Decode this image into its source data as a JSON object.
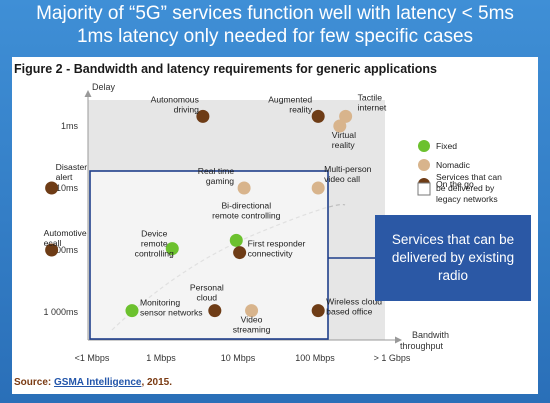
{
  "headline": {
    "line1": "Majority of “5G” services function well with latency < 5ms",
    "line2": "1ms latency only needed for few specific cases"
  },
  "figure_title": "Figure 2 - Bandwidth and latency requirements for generic applications",
  "callout": {
    "text": "Services that can be delivered by existing radio"
  },
  "source": {
    "prefix": "Source: ",
    "link": "GSMA Intelligence",
    "suffix": ", 2015."
  },
  "colors": {
    "fixed": "#6cc12e",
    "nomadic": "#d8b48c",
    "on_the_go": "#6e3c16",
    "shade": "#e6e6e6",
    "box": "#1f3f8a",
    "callout": "#2b58a5"
  },
  "chart_data": {
    "type": "scatter",
    "title": "Figure 2 - Bandwidth and latency requirements for generic applications",
    "xlabel": "Bandwith throughput",
    "ylabel": "Delay",
    "x_ticks": [
      "<1 Mbps",
      "1 Mbps",
      "10 Mbps",
      "100 Mbps",
      "> 1 Gbps"
    ],
    "y_ticks": [
      "1ms",
      "10ms",
      "100ms",
      "1 000ms"
    ],
    "legend": [
      "Fixed",
      "Nomadic",
      "On the go",
      "Services that can be delivered by legacy networks"
    ],
    "legend_position": "right",
    "series": [
      {
        "name": "Fixed",
        "points": [
          {
            "label": "Bi-directional remote controlling",
            "x": 9.5,
            "y": 70
          },
          {
            "label": "Device remote controlling",
            "x": 1.4,
            "y": 95
          },
          {
            "label": "Monitoring sensor networks",
            "x": 0.42,
            "y": 950
          }
        ]
      },
      {
        "name": "Nomadic",
        "points": [
          {
            "label": "Tactile internet",
            "x": 250,
            "y": 0.7
          },
          {
            "label": "Virtual reality",
            "x": 210,
            "y": 1.0
          },
          {
            "label": "Real time gaming",
            "x": 12,
            "y": 10
          },
          {
            "label": "Multi-person video call",
            "x": 110,
            "y": 10
          },
          {
            "label": "Video streaming",
            "x": 15,
            "y": 950
          }
        ]
      },
      {
        "name": "On the go",
        "points": [
          {
            "label": "Autonomous driving",
            "x": 3.5,
            "y": 0.7
          },
          {
            "label": "Augmented reality",
            "x": 110,
            "y": 0.7
          },
          {
            "label": "Disaster alert",
            "x": 0.038,
            "y": 10
          },
          {
            "label": "Automotive ecall",
            "x": 0.038,
            "y": 100
          },
          {
            "label": "First responder connectivity",
            "x": 10.5,
            "y": 110
          },
          {
            "label": "Personal cloud",
            "x": 5,
            "y": 950
          },
          {
            "label": "Wireless cloud based office",
            "x": 110,
            "y": 950
          }
        ]
      }
    ],
    "grid": false
  }
}
